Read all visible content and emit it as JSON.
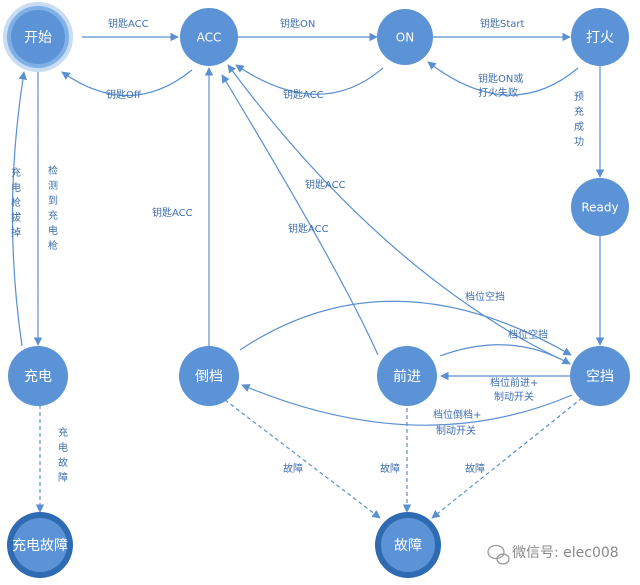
{
  "colors": {
    "node_fill": "#5b93d6",
    "node_ring": "#2f6bb3",
    "edge": "#5a8fd0",
    "label": "#3f6fb0"
  },
  "nodes": {
    "start": "开始",
    "acc": "ACC",
    "on": "ON",
    "ignite": "打火",
    "ready": "Ready",
    "charge": "充电",
    "reverse": "倒档",
    "forward": "前进",
    "neutral": "空挡",
    "charge_fault": "充电故障",
    "fault": "故障"
  },
  "edges": {
    "start_acc": "钥匙ACC",
    "acc_start": "钥匙Off",
    "acc_on": "钥匙ON",
    "on_acc": "钥匙ACC",
    "on_ignite": "钥匙Start",
    "ignite_on_1": "钥匙ON或",
    "ignite_on_2": "打火失败",
    "ignite_ready": [
      "预",
      "充",
      "成",
      "功"
    ],
    "start_charge": [
      "检",
      "测",
      "到",
      "充",
      "电",
      "枪"
    ],
    "charge_start": [
      "充",
      "电",
      "枪",
      "拔",
      "掉"
    ],
    "charge_fault": [
      "充",
      "电",
      "故",
      "障"
    ],
    "reverse_acc": "钥匙ACC",
    "forward_acc": "钥匙ACC",
    "neutral_acc": "钥匙ACC",
    "reverse_neutral": "档位空挡",
    "forward_neutral": "档位空挡",
    "neutral_forward_1": "档位前进+",
    "neutral_forward_2": "制动开关",
    "neutral_reverse_1": "档位倒档+",
    "neutral_reverse_2": "制动开关",
    "fault_reverse": "故障",
    "fault_forward": "故障",
    "fault_neutral": "故障"
  },
  "watermark": "微信号: elec008"
}
